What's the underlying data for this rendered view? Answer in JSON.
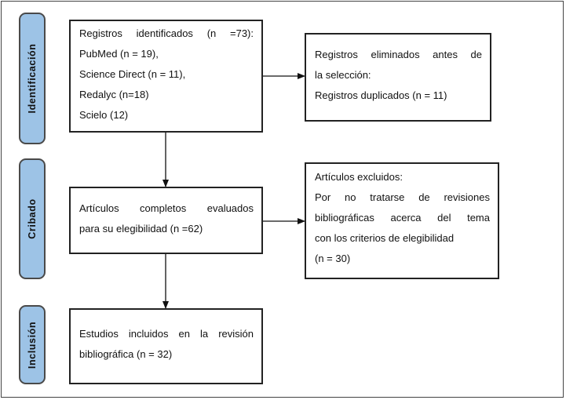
{
  "phases": {
    "identification": "Identificación",
    "screening": "Cribado",
    "inclusion": "Inclusión"
  },
  "identified": {
    "line1": "Registros identificados (n =73):",
    "line2": "PubMed (n = 19),",
    "line3": "Science Direct (n = 11),",
    "line4": "Redalyc (n=18)",
    "line5": "Scielo (12)"
  },
  "removed": {
    "line1": "Registros eliminados antes de",
    "line2": "la selección:",
    "line3": "Registros duplicados (n = 11)"
  },
  "assessed": {
    "line1": "Artículos completos evaluados",
    "line2": "para su elegibilidad (n =62)"
  },
  "excluded": {
    "line1": "Artículos excluidos:",
    "line2": "Por no tratarse de revisiones",
    "line3": "bibliográficas acerca del tema",
    "line4": "con los criterios de elegibilidad",
    "line5": "(n = 30)"
  },
  "included": {
    "line1": "Estudios incluidos en la revisión",
    "line2": "bibliográfica (n = 32)"
  },
  "colors": {
    "phase_fill": "#9dc3e6",
    "phase_border": "#4a4a4a",
    "box_border": "#222222",
    "arrow": "#111111"
  }
}
